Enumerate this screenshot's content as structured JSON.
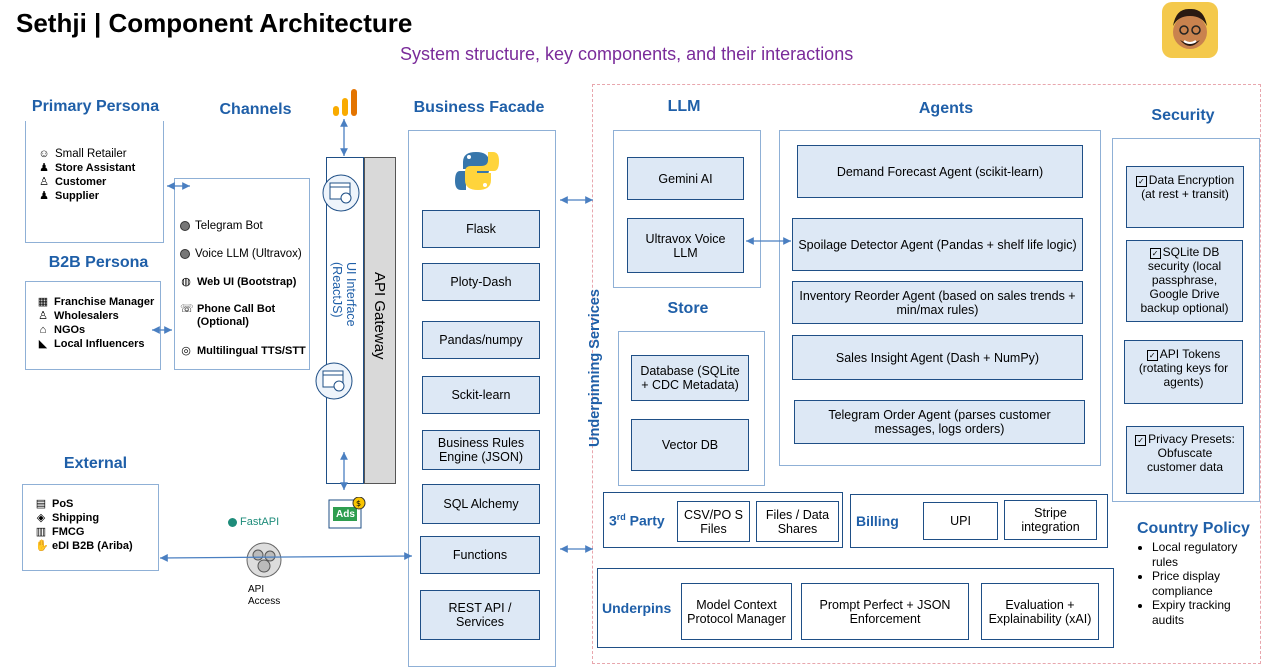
{
  "title": "Sethji | Component Architecture",
  "subtitle": "System structure, key components, and their interactions",
  "primary_persona": {
    "header": "Primary Persona",
    "items": [
      "Small Retailer",
      "Store Assistant",
      "Customer",
      "Supplier"
    ]
  },
  "b2b_persona": {
    "header": "B2B Persona",
    "items": [
      "Franchise Manager",
      "Wholesalers",
      "NGOs",
      "Local Influencers"
    ]
  },
  "external": {
    "header": "External",
    "items": [
      "PoS",
      "Shipping",
      "FMCG",
      "eDI B2B (Ariba)"
    ]
  },
  "channels": {
    "header": "Channels",
    "items": [
      "Telegram Bot",
      "Voice LLM (Ultravox)",
      "Web UI (Bootstrap)",
      "Phone Call Bot (Optional)",
      "Multilingual TTS/STT"
    ]
  },
  "ui_interface": "UI Interface (ReactJS)",
  "api_gateway": "API Gateway",
  "ads_label": "Ads",
  "fastapi": {
    "label": "FastAPI",
    "access": "API Access"
  },
  "business_facade": {
    "header": "Business Facade",
    "items": [
      "Flask",
      "Ploty-Dash",
      "Pandas/numpy",
      "Sckit-learn",
      "Business Rules Engine (JSON)",
      "SQL Alchemy",
      "Functions",
      "REST API / Services"
    ]
  },
  "underpinning": "Underpinning Services",
  "llm": {
    "header": "LLM",
    "items": [
      "Gemini AI",
      "Ultravox Voice LLM"
    ]
  },
  "store": {
    "header": "Store",
    "items": [
      "Database (SQLite + CDC Metadata)",
      "Vector DB"
    ]
  },
  "agents": {
    "header": "Agents",
    "items": [
      "Demand Forecast Agent (scikit-learn)",
      "Spoilage Detector Agent (Pandas + shelf life logic)",
      "Inventory Reorder Agent (based on sales trends + min/max rules)",
      "Sales Insight Agent (Dash + NumPy)",
      "Telegram Order Agent (parses customer messages, logs orders)"
    ]
  },
  "security": {
    "header": "Security",
    "items": [
      "Data Encryption (at rest + transit)",
      "SQLite DB security (local passphrase, Google Drive backup optional)",
      "API Tokens (rotating keys for agents)",
      "Privacy Presets: Obfuscate customer data"
    ]
  },
  "third_party": {
    "header": "3rd Party",
    "items": [
      "CSV/PO S Files",
      "Files / Data Shares"
    ]
  },
  "billing": {
    "header": "Billing",
    "items": [
      "UPI",
      "Stripe integration"
    ]
  },
  "underpins": {
    "header": "Underpins",
    "items": [
      "Model Context Protocol Manager",
      "Prompt Perfect + JSON Enforcement",
      "Evaluation + Explainability (xAI)"
    ]
  },
  "country_policy": {
    "header": "Country Policy",
    "items": [
      "Local regulatory rules",
      "Price display compliance",
      "Expiry tracking audits"
    ]
  },
  "colors": {
    "accent": "#1f5fa8",
    "box_fill": "#dde8f5",
    "subtitle": "#7a2b9a",
    "dashed": "#e8a6ad"
  }
}
